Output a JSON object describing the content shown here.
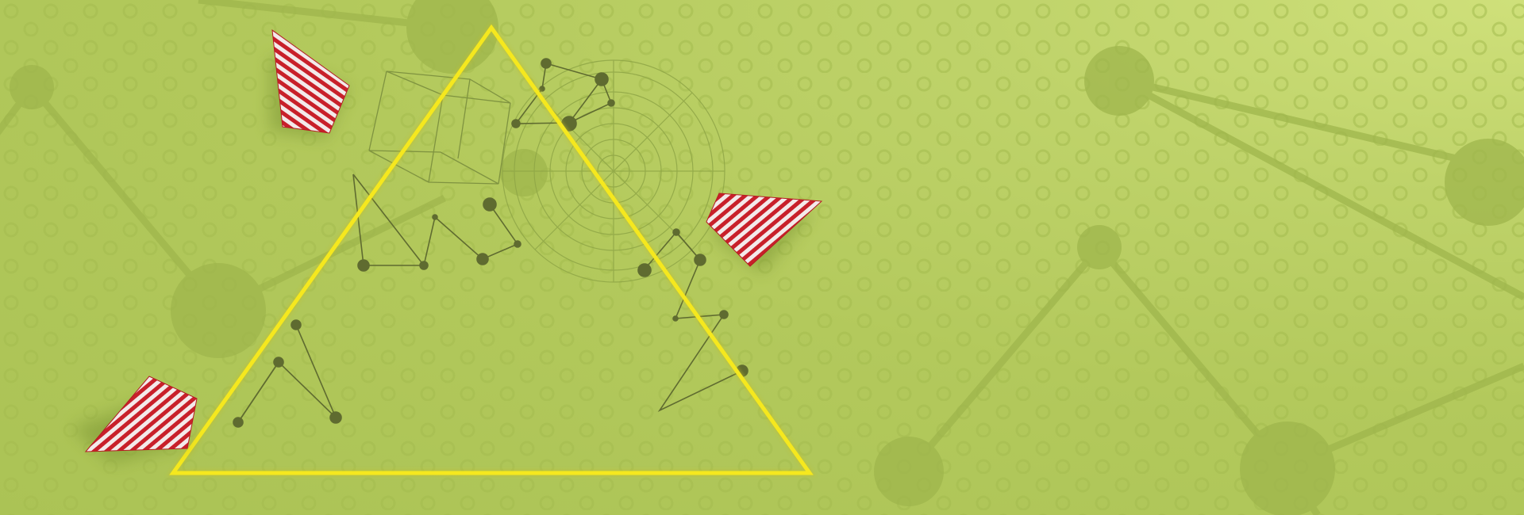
{
  "scene": {
    "colors": {
      "background": "#b3c95c",
      "background_highlight": "#cfe07a",
      "triangle_outline": "#f5e81e",
      "network_faint": "#9fb64c",
      "network_dark": "#5f6b30",
      "gem_red": "#c8202a",
      "gem_white": "#f3eaea"
    },
    "elements": {
      "main_shape": "yellow-triangle-outline",
      "decor": [
        "polka-ring-pattern",
        "molecule-network",
        "wireframe-cube",
        "polar-grid",
        "striped-gems"
      ],
      "gem_count": 3
    }
  }
}
